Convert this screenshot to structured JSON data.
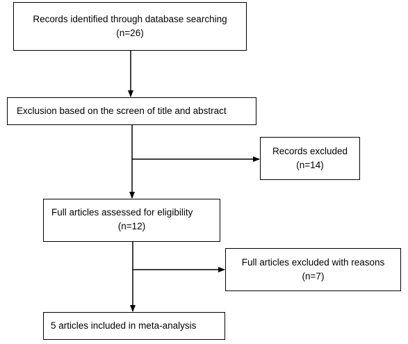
{
  "flow": {
    "records_identified": {
      "text": "Records identified through database searching",
      "count": "(n=26)"
    },
    "screening": {
      "text": "Exclusion based on the screen of title and abstract"
    },
    "records_excluded": {
      "text": "Records excluded",
      "count": "(n=14)"
    },
    "eligibility": {
      "text": "Full articles assessed for eligibility",
      "count": "(n=12)"
    },
    "full_excluded": {
      "text": "Full articles excluded with reasons",
      "count": "(n=7)"
    },
    "included": {
      "text": "5 articles included in meta-analysis"
    }
  },
  "colors": {
    "line": "#000000",
    "box_border": "#000000",
    "background": "#ffffff"
  }
}
